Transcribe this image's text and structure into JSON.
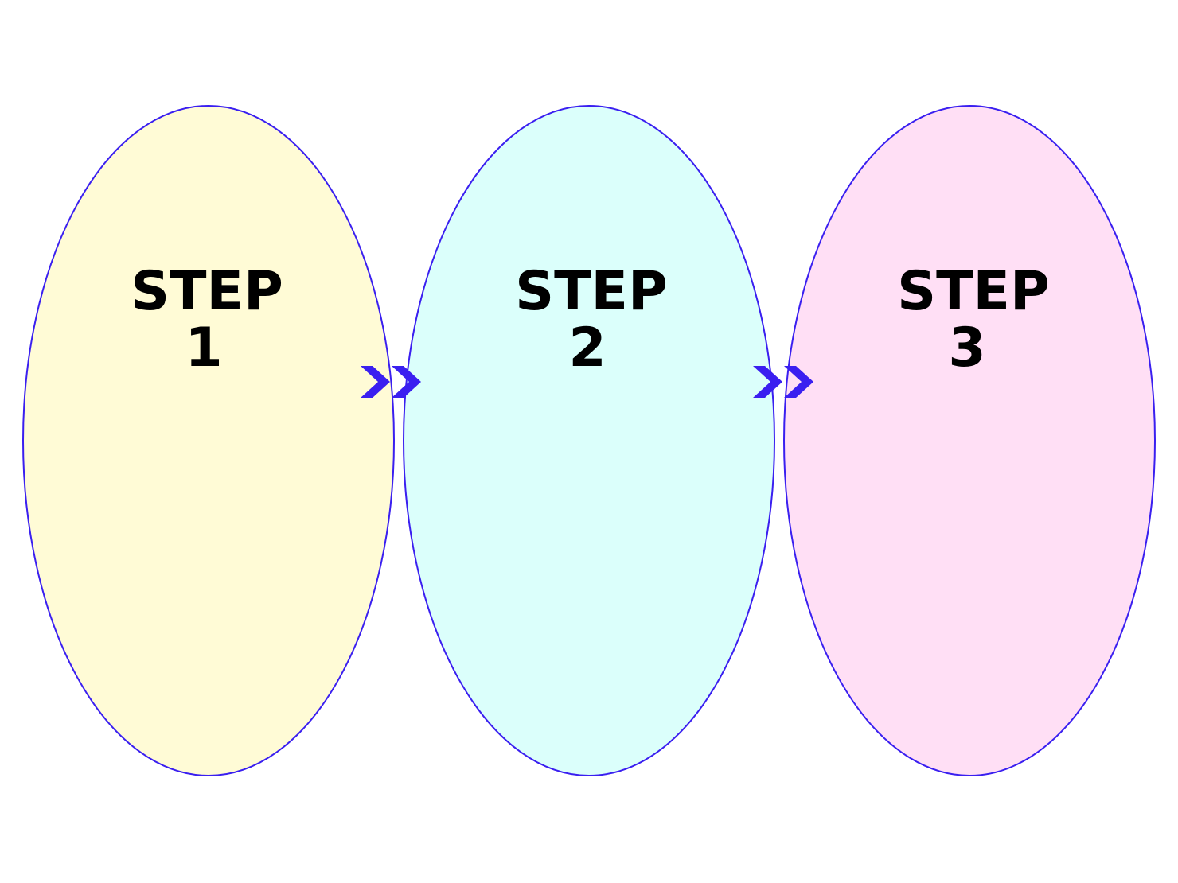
{
  "diagram": {
    "type": "process-flow",
    "accent_color": "#3a1ff0",
    "steps": [
      {
        "line1": "STEP",
        "line2": "1",
        "fill": "#fffbd6"
      },
      {
        "line1": "STEP",
        "line2": "2",
        "fill": "#dbfffb"
      },
      {
        "line1": "STEP",
        "line2": "3",
        "fill": "#ffdff5"
      }
    ],
    "connector_icon": "double-chevron-right-icon"
  }
}
